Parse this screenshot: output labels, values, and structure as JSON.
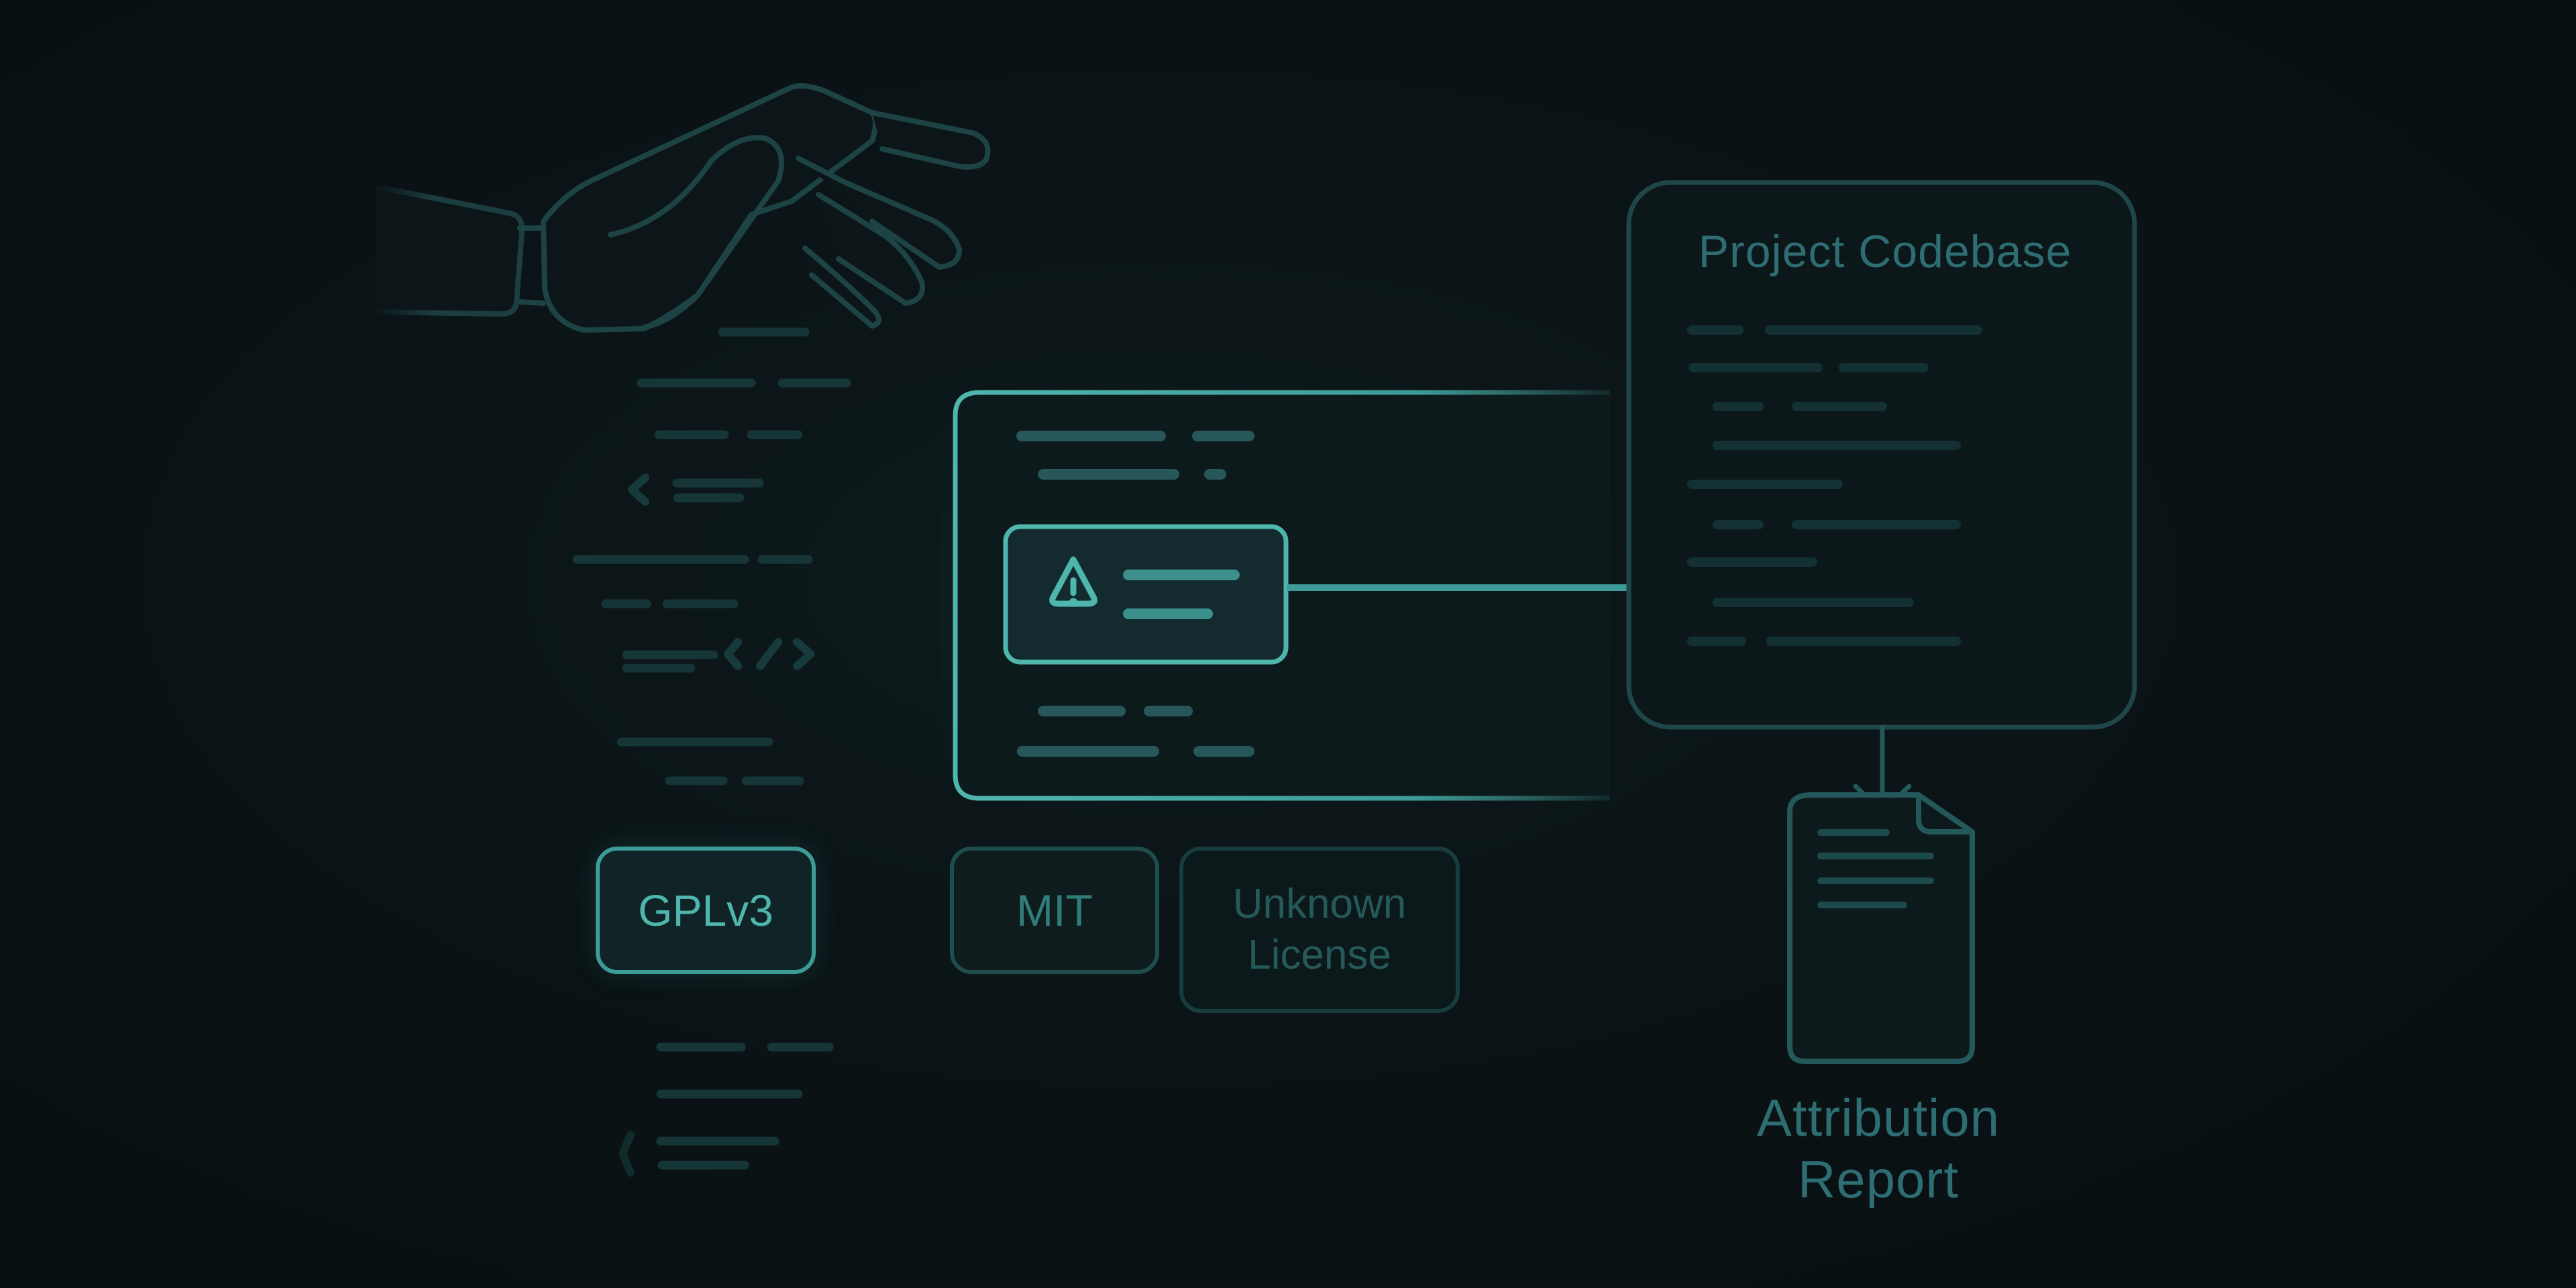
{
  "scene": {
    "background": "#0a1114",
    "accent": "#4fb6ae",
    "dim_accent": "#1f4d4e",
    "icons": [
      "robot-hand-icon",
      "code-brackets-icon",
      "warning-icon",
      "document-icon",
      "arrow-down-icon"
    ]
  },
  "project": {
    "title": "Project Codebase"
  },
  "scanner": {
    "alert_icon": "warning-icon"
  },
  "licenses": [
    {
      "label": "GPLv3",
      "state": "highlighted"
    },
    {
      "label": "MIT",
      "state": "dim"
    },
    {
      "label": "Unknown License",
      "line1": "Unknown",
      "line2": "License",
      "state": "faded"
    }
  ],
  "output": {
    "title_line1": "Attribution",
    "title_line2": "Report"
  }
}
